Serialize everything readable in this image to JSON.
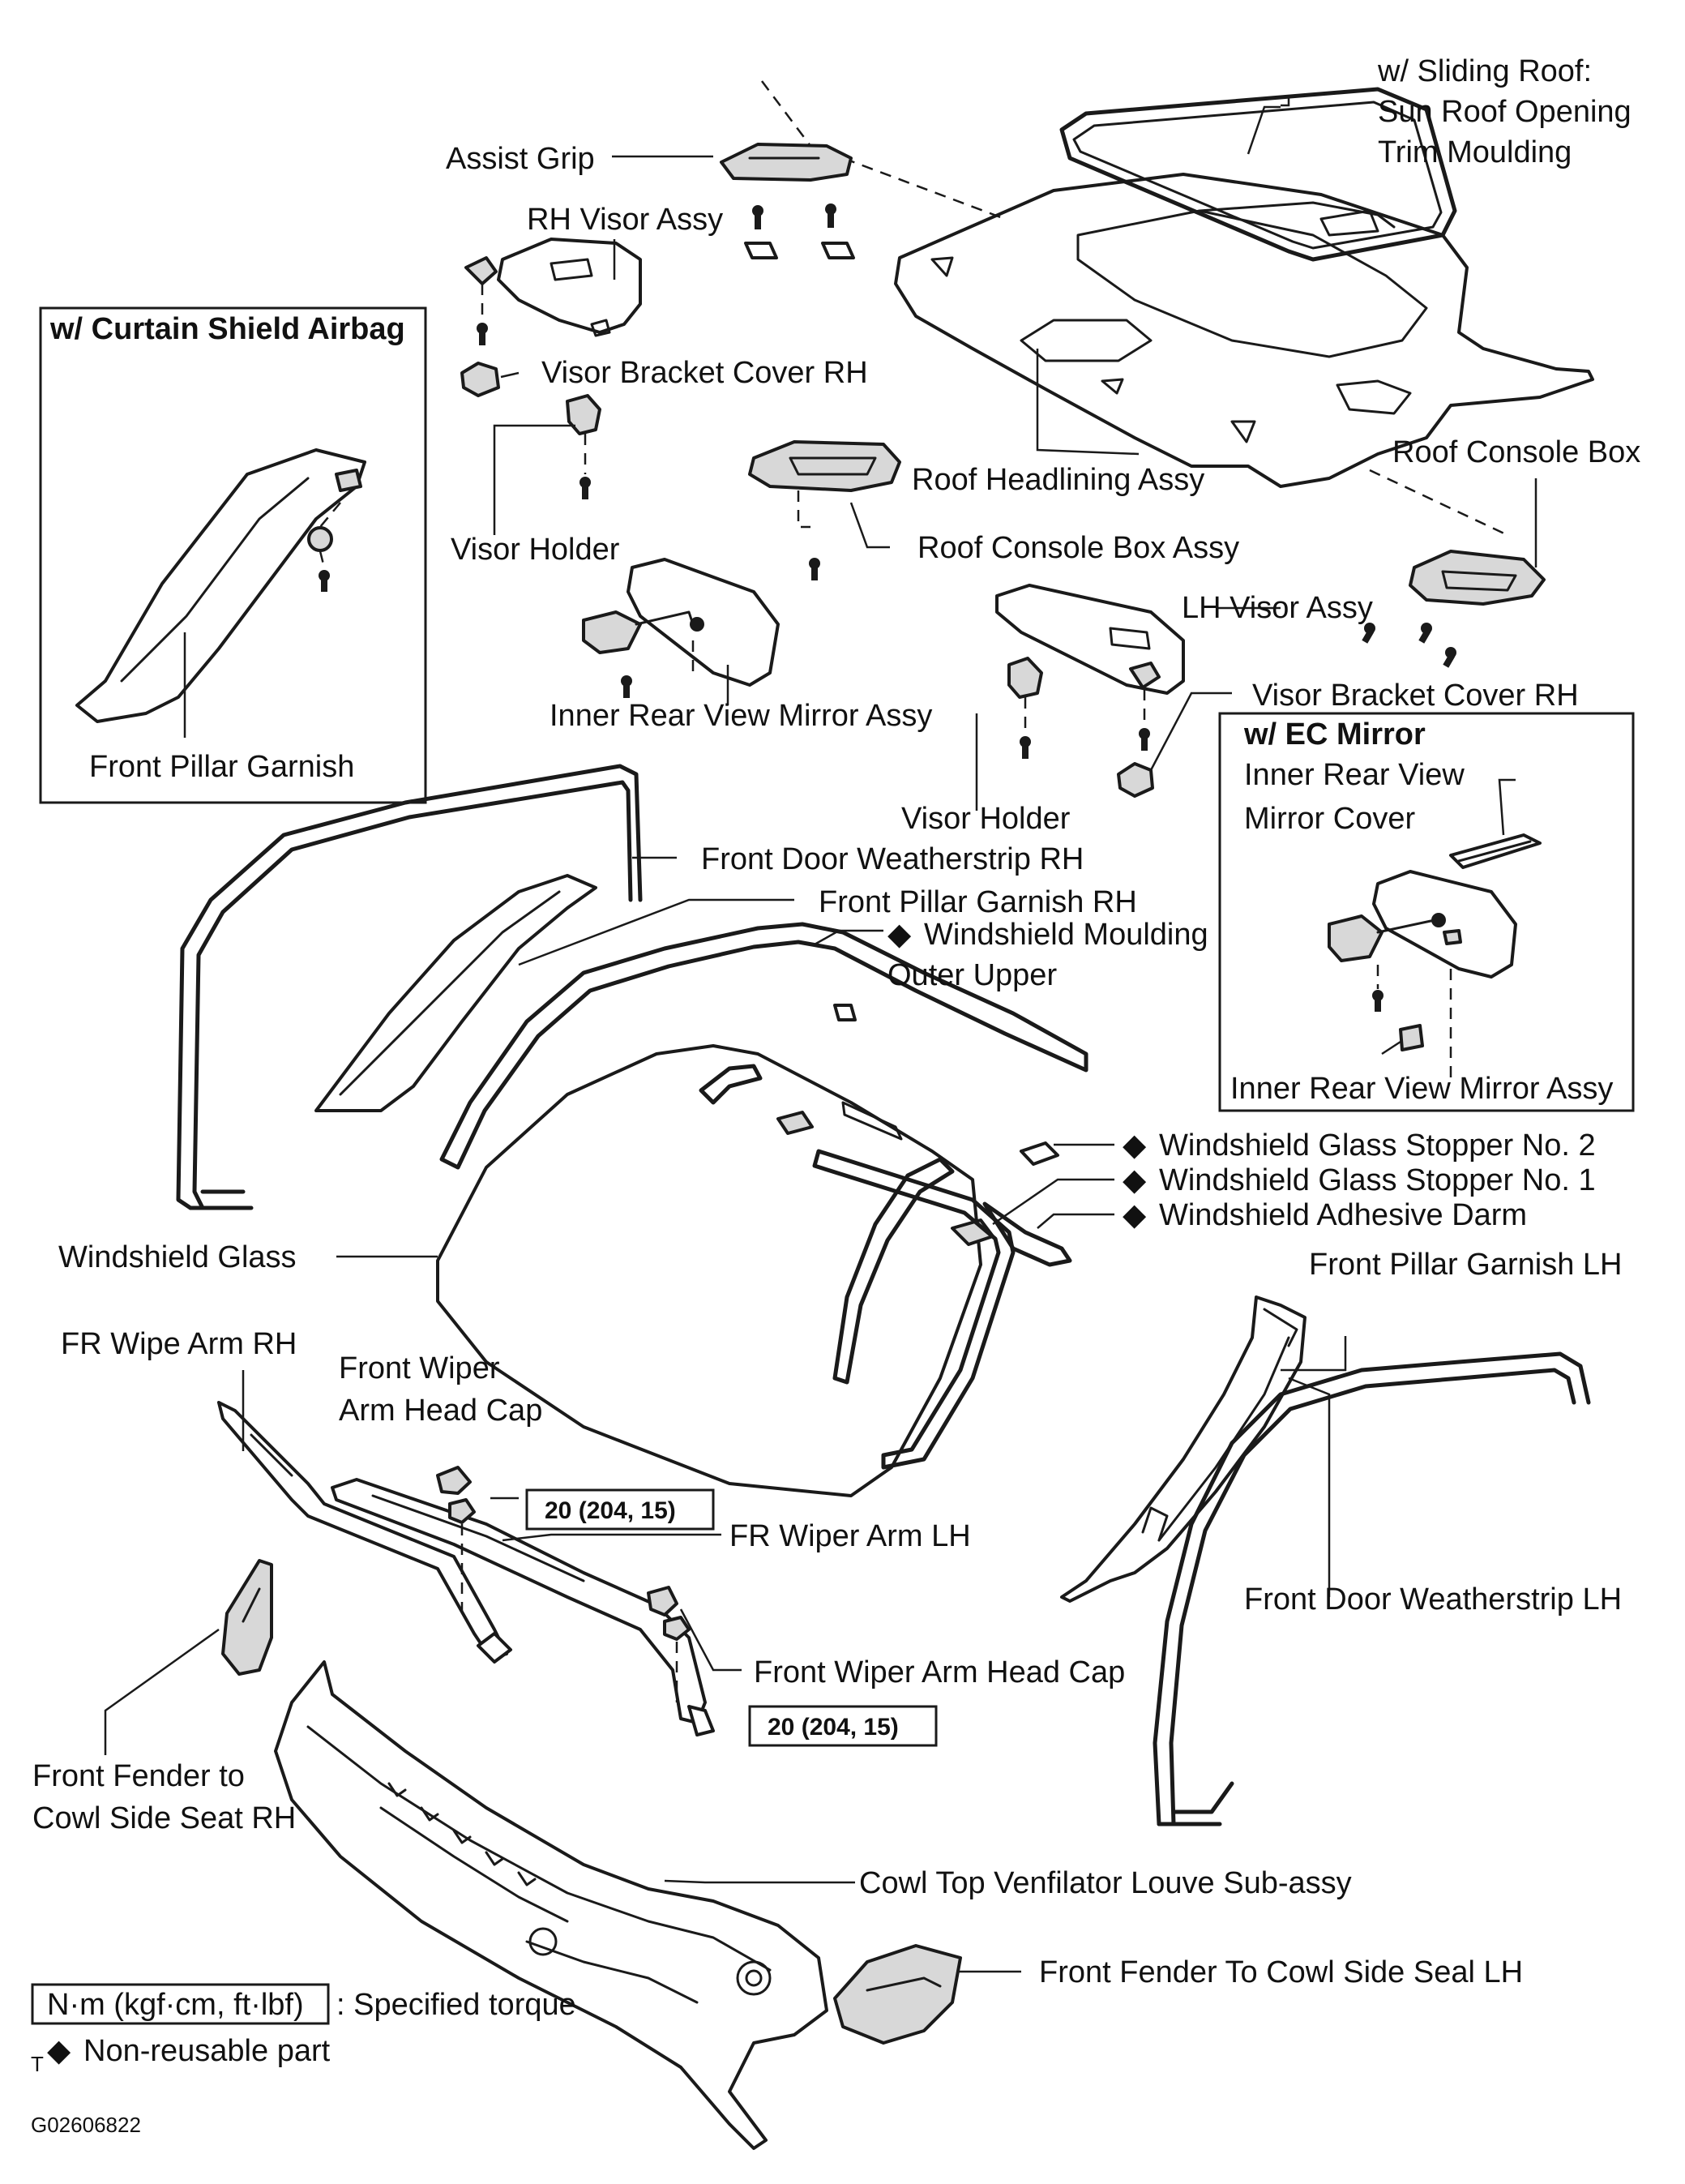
{
  "labels": {
    "sliding_roof_1": "w/ Sliding Roof:",
    "sliding_roof_2": "Sun Roof Opening",
    "sliding_roof_3": "Trim Moulding",
    "assist_grip": "Assist Grip",
    "rh_visor_assy": "RH Visor Assy",
    "visor_bracket_cover_rh_top": "Visor Bracket Cover RH",
    "visor_holder_top": "Visor Holder",
    "roof_headlining_assy": "Roof Headlining Assy",
    "roof_console_box": "Roof Console Box",
    "roof_console_box_assy": "Roof Console Box Assy",
    "lh_visor_assy": "LH Visor Assy",
    "inner_rear_view_mirror_assy": "Inner Rear View Mirror Assy",
    "visor_bracket_cover_rh_mid": "Visor Bracket Cover RH",
    "visor_holder_mid": "Visor Holder",
    "front_pillar_garnish": "Front Pillar Garnish",
    "front_door_weatherstrip_rh": "Front Door Weatherstrip RH",
    "front_pillar_garnish_rh": "Front Pillar Garnish RH",
    "windshield_moulding_1": "Windshield Moulding",
    "windshield_moulding_2": "Outer Upper",
    "windshield_glass_stopper_2": "Windshield Glass Stopper No. 2",
    "windshield_glass_stopper_1": "Windshield Glass Stopper No. 1",
    "windshield_adhesive_darm": "Windshield Adhesive Darm",
    "windshield_glass": "Windshield Glass",
    "front_pillar_garnish_lh": "Front Pillar Garnish LH",
    "fr_wipe_arm_rh": "FR Wipe Arm RH",
    "front_wiper_arm_head_cap_1": "Front Wiper",
    "front_wiper_arm_head_cap_2": "Arm Head Cap",
    "fr_wiper_arm_lh": "FR Wiper Arm LH",
    "front_door_weatherstrip_lh": "Front Door Weatherstrip LH",
    "front_wiper_arm_head_cap_b": "Front Wiper Arm Head Cap",
    "front_fender_rh_1": "Front Fender to",
    "front_fender_rh_2": "Cowl Side Seat RH",
    "cowl_top_louve": "Cowl Top Venfilator Louve Sub-assy",
    "front_fender_lh": "Front Fender To Cowl Side Seal LH"
  },
  "insets": {
    "curtain_airbag_title": "w/ Curtain Shield Airbag",
    "ec_mirror_title": "w/ EC Mirror",
    "ec_mirror_cover_1": "Inner Rear View",
    "ec_mirror_cover_2": "Mirror Cover",
    "ec_mirror_assy": "Inner Rear View Mirror Assy"
  },
  "torque": {
    "value_1": "20 (204, 15)",
    "value_2": "20 (204, 15)"
  },
  "legend": {
    "torque_units": "N·m (kgf·cm, ft·lbf)",
    "torque_desc": ": Specified torque",
    "non_reusable": "Non-reusable part",
    "symbol_t": "T",
    "figure_id": "G02606822"
  },
  "symbols": {
    "non_reusable_marker": "◆"
  }
}
